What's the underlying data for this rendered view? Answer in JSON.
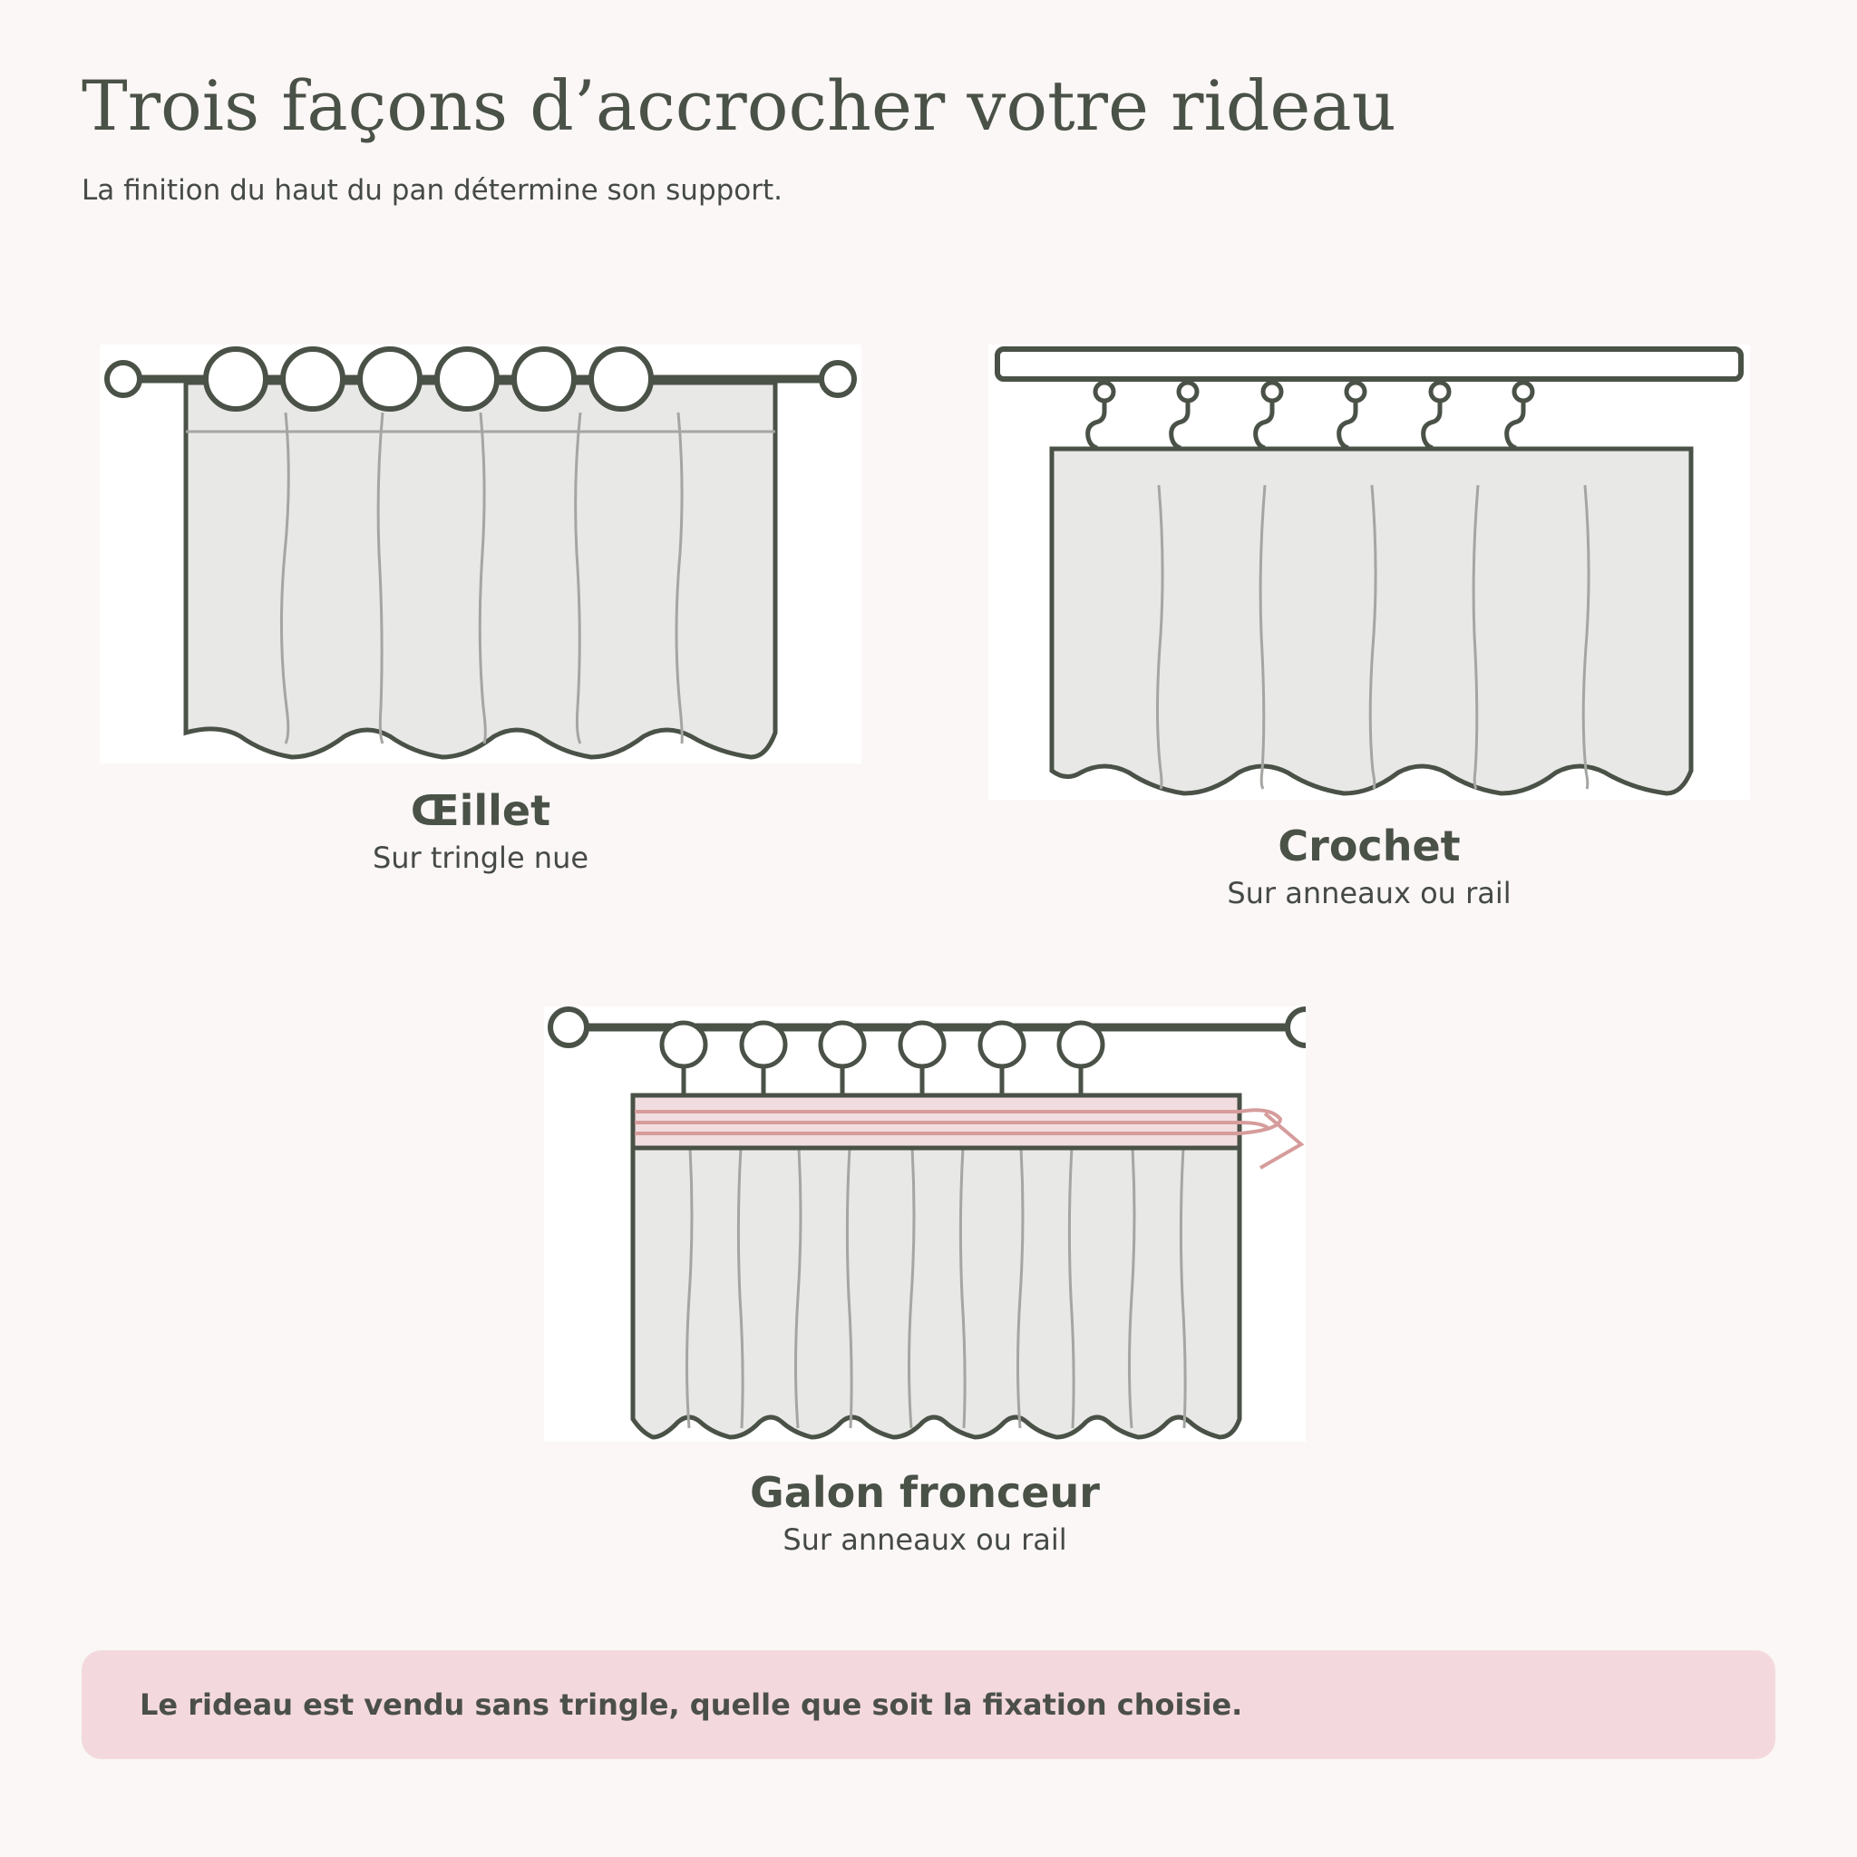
{
  "header": {
    "title": "Trois façons d’accrocher votre rideau",
    "subtitle": "La finition du haut du pan détermine son support."
  },
  "options": [
    {
      "name": "Œillet",
      "description": "Sur tringle nue",
      "illustration": "eyelet-curtain"
    },
    {
      "name": "Crochet",
      "description": "Sur anneaux ou rail",
      "illustration": "hook-curtain"
    },
    {
      "name": "Galon fronceur",
      "description": "Sur anneaux ou rail",
      "illustration": "gathering-tape-curtain"
    }
  ],
  "note": {
    "text": "Le rideau est vendu sans tringle, quelle que soit la fixation choisie."
  },
  "colors": {
    "line": "#4a5147",
    "fabric": "#e8e8e6",
    "fold": "#a4a6a2",
    "tape": "#f1dde0",
    "cord": "#d59c9b",
    "note_bg": "#f3d9dd",
    "page_bg": "#faf7f6"
  }
}
